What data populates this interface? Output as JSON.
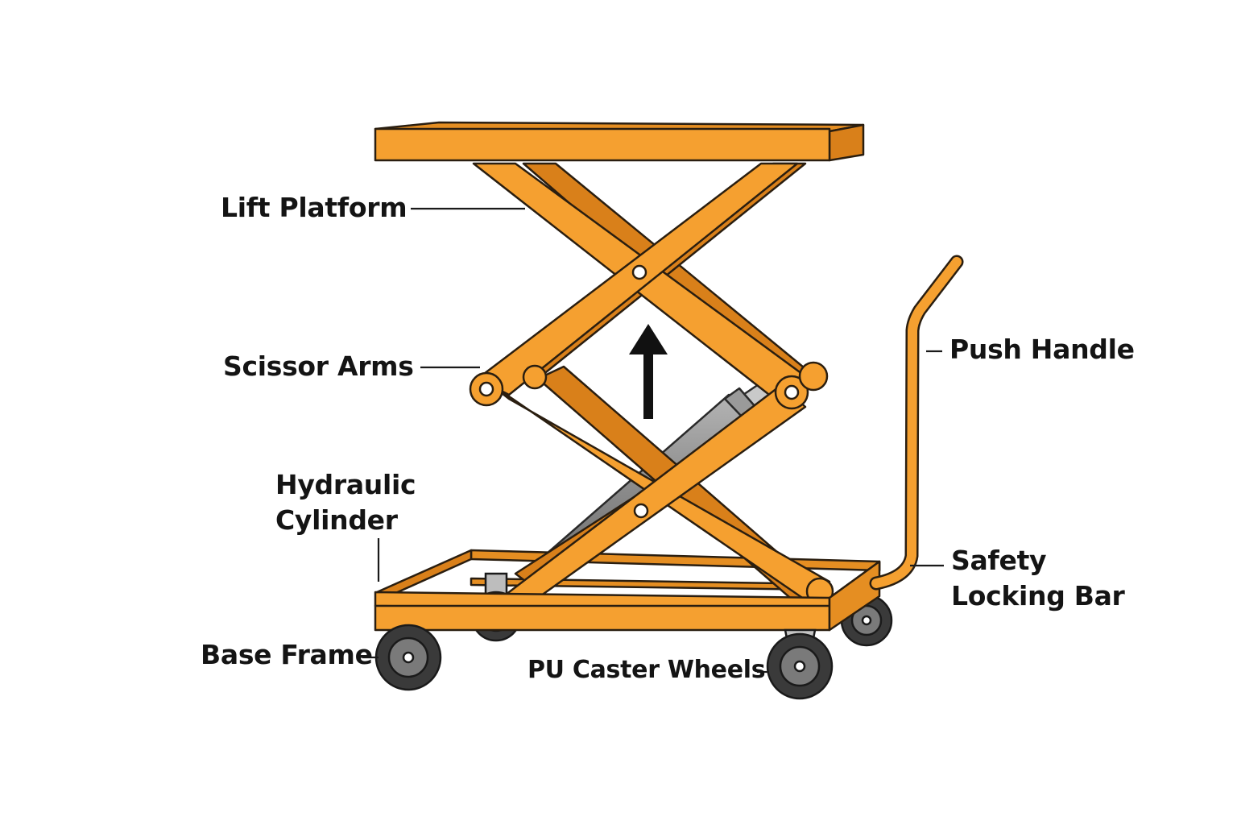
{
  "labels": {
    "lift_platform": "Lift Platform",
    "scissor_arms": "Scissor Arms",
    "hydraulic_cylinder_line1": "Hydraulic",
    "hydraulic_cylinder_line2": "Cylinder",
    "base_frame": "Base Frame",
    "pu_caster_wheels": "PU Caster Wheels",
    "push_handle": "Push Handle",
    "safety_locking_bar_line1": "Safety",
    "safety_locking_bar_line2": "Locking Bar"
  },
  "colors": {
    "frame_orange": "#F5A030",
    "frame_orange_dark": "#D9801A",
    "outline": "#2A1E10",
    "cylinder_gray": "#8C8C8C",
    "wheel_dark": "#3A3A3A",
    "text": "#141414"
  },
  "icons": {
    "lift_direction": "up-arrow-icon"
  }
}
